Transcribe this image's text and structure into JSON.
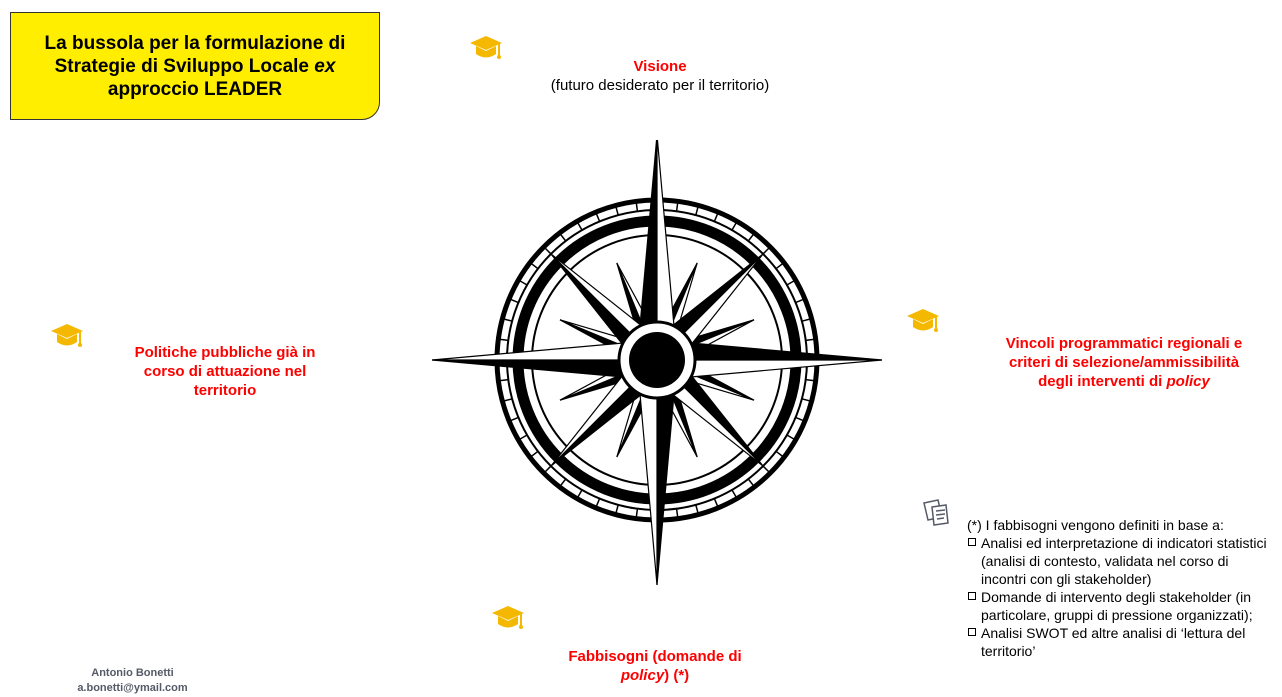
{
  "title": {
    "line1": "La bussola per la formulazione di",
    "line2": "Strategie di Sviluppo Locale",
    "line2_italic": "ex",
    "line3": "approccio LEADER"
  },
  "vision": {
    "title": "Visione",
    "subtitle": "(futuro desiderato  per il territorio)"
  },
  "policies": {
    "line1": "Politiche pubbliche già in",
    "line2": "corso di attuazione nel",
    "line3": "territorio"
  },
  "constraints": {
    "line1": "Vincoli programmatici regionali e",
    "line2": "criteri di selezione/ammissibilità",
    "line3": "degli interventi di",
    "line3_italic": "policy"
  },
  "needs": {
    "line1": "Fabbisogni (domande di",
    "line2_italic": "policy",
    "line2_rest": ") (*)"
  },
  "note": {
    "intro": "(*) I fabbisogni vengono definiti in base a:",
    "items": [
      "Analisi ed interpretazione di indicatori statistici (analisi di contesto, validata nel corso di incontri con gli stakeholder)",
      "Domande di intervento  degli stakeholder (in particolare, gruppi di pressione organizzati);",
      "Analisi SWOT ed altre analisi di ‘lettura del territorio’"
    ]
  },
  "author": {
    "name": "Antonio Bonetti",
    "email": "a.bonetti@ymail.com"
  },
  "icons": {
    "graduation": "graduation-cap-icon",
    "notes": "notes-icon",
    "compass": "compass-rose"
  },
  "colors": {
    "title_bg": "#ffee00",
    "accent_red": "#ff0000",
    "cap_gold": "#f5b800"
  }
}
